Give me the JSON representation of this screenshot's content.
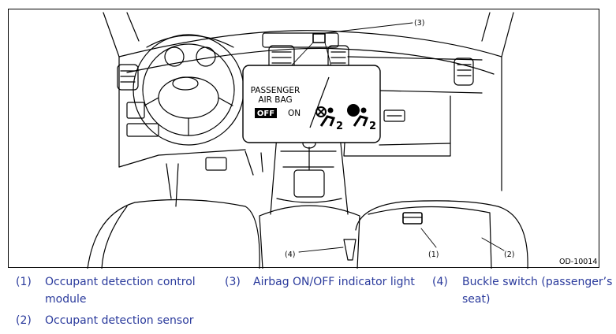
{
  "figure": {
    "callout_top": "(3)",
    "callout_buckle": "(4)",
    "callout_module": "(1)",
    "callout_sensor": "(2)",
    "figure_id": "OD-10014",
    "indicator": {
      "title_line1": "PASSENGER",
      "title_line2": "AIR BAG",
      "off_label": "OFF",
      "on_label": "ON",
      "seat_number_left": "2",
      "seat_number_right": "2"
    }
  },
  "legend": [
    {
      "num": "(1)",
      "line1": "Occupant detection control",
      "line2": "module"
    },
    {
      "num": "(2)",
      "line1": "Occupant detection sensor",
      "line2": ""
    },
    {
      "num": "(3)",
      "line1": "Airbag ON/OFF indicator light",
      "line2": ""
    },
    {
      "num": "(4)",
      "line1": "Buckle switch (passenger’s",
      "line2": "seat)"
    }
  ],
  "colors": {
    "legend_text": "#2a3a9c",
    "line_art": "#000000"
  }
}
